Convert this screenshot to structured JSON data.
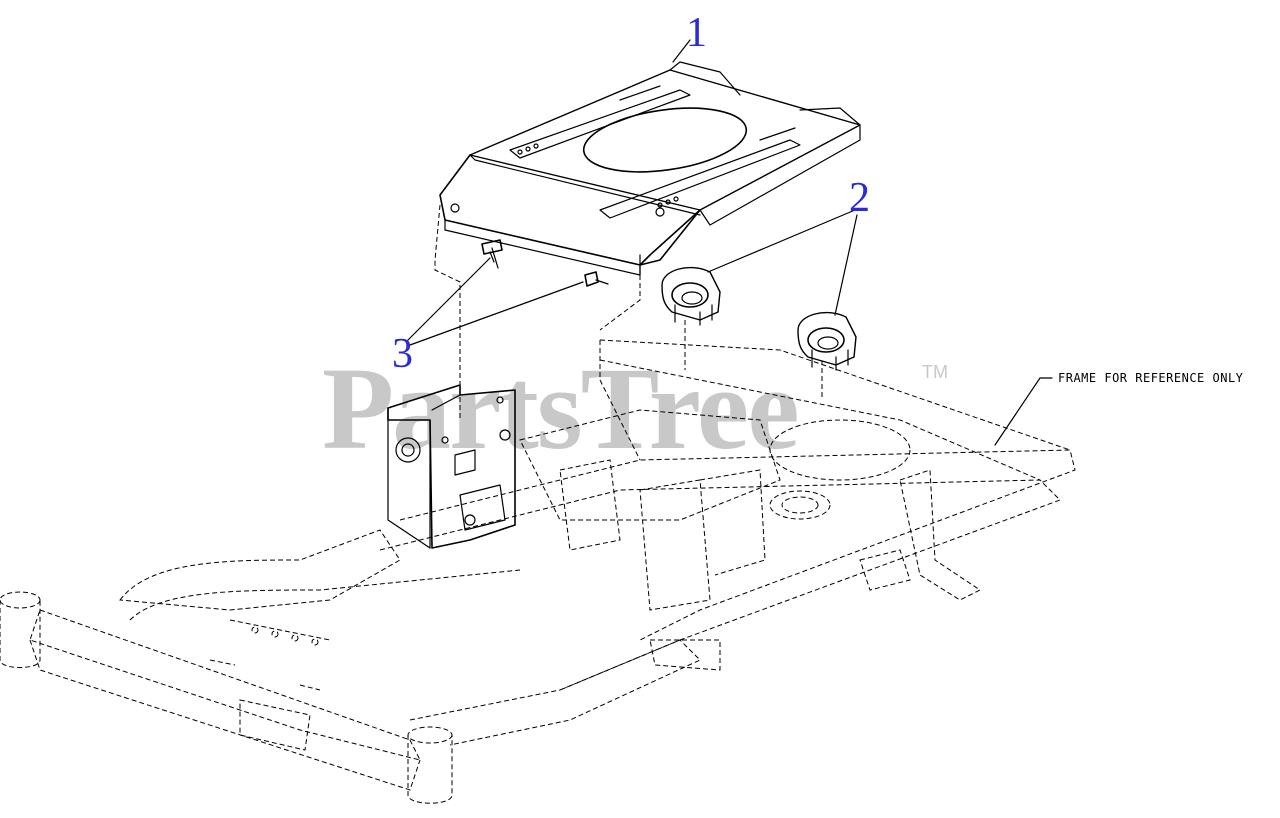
{
  "watermark": {
    "text": "PartsTree",
    "trademark": "TM"
  },
  "callouts": [
    {
      "id": "1",
      "label": "1"
    },
    {
      "id": "2",
      "label": "2"
    },
    {
      "id": "3",
      "label": "3"
    }
  ],
  "frame_note": "FRAME FOR REFERENCE ONLY",
  "colors": {
    "callout": "#2a2ad8",
    "watermark": "#c8c8c8",
    "line": "#000000"
  }
}
